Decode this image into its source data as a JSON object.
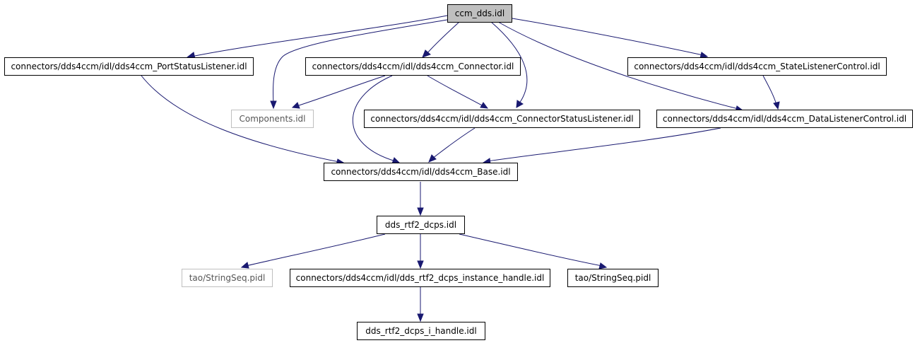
{
  "diagram": {
    "nodes": {
      "ccm_dds": {
        "label": "ccm_dds.idl"
      },
      "port_status_listener": {
        "label": "connectors/dds4ccm/idl/dds4ccm_PortStatusListener.idl"
      },
      "connector": {
        "label": "connectors/dds4ccm/idl/dds4ccm_Connector.idl"
      },
      "state_listener_control": {
        "label": "connectors/dds4ccm/idl/dds4ccm_StateListenerControl.idl"
      },
      "components": {
        "label": "Components.idl"
      },
      "connector_status_listener": {
        "label": "connectors/dds4ccm/idl/dds4ccm_ConnectorStatusListener.idl"
      },
      "data_listener_control": {
        "label": "connectors/dds4ccm/idl/dds4ccm_DataListenerControl.idl"
      },
      "base": {
        "label": "connectors/dds4ccm/idl/dds4ccm_Base.idl"
      },
      "dds_rtf2_dcps": {
        "label": "dds_rtf2_dcps.idl"
      },
      "string_seq_ext": {
        "label": "tao/StringSeq.pidl"
      },
      "instance_handle": {
        "label": "connectors/dds4ccm/idl/dds_rtf2_dcps_instance_handle.idl"
      },
      "string_seq": {
        "label": "tao/StringSeq.pidl"
      },
      "i_handle": {
        "label": "dds_rtf2_dcps_i_handle.idl"
      }
    },
    "edges": [
      {
        "from": "ccm_dds",
        "to": "port_status_listener"
      },
      {
        "from": "ccm_dds",
        "to": "components"
      },
      {
        "from": "ccm_dds",
        "to": "connector"
      },
      {
        "from": "ccm_dds",
        "to": "connector_status_listener"
      },
      {
        "from": "ccm_dds",
        "to": "state_listener_control"
      },
      {
        "from": "ccm_dds",
        "to": "data_listener_control"
      },
      {
        "from": "port_status_listener",
        "to": "base"
      },
      {
        "from": "connector",
        "to": "components"
      },
      {
        "from": "connector",
        "to": "base"
      },
      {
        "from": "connector",
        "to": "connector_status_listener"
      },
      {
        "from": "state_listener_control",
        "to": "data_listener_control"
      },
      {
        "from": "connector_status_listener",
        "to": "base"
      },
      {
        "from": "data_listener_control",
        "to": "base"
      },
      {
        "from": "base",
        "to": "dds_rtf2_dcps"
      },
      {
        "from": "dds_rtf2_dcps",
        "to": "string_seq_ext"
      },
      {
        "from": "dds_rtf2_dcps",
        "to": "instance_handle"
      },
      {
        "from": "dds_rtf2_dcps",
        "to": "string_seq"
      },
      {
        "from": "instance_handle",
        "to": "i_handle"
      }
    ],
    "colors": {
      "edge": "#191970",
      "root_fill": "#bfbfbf",
      "external_border": "#bfbfbf"
    }
  }
}
